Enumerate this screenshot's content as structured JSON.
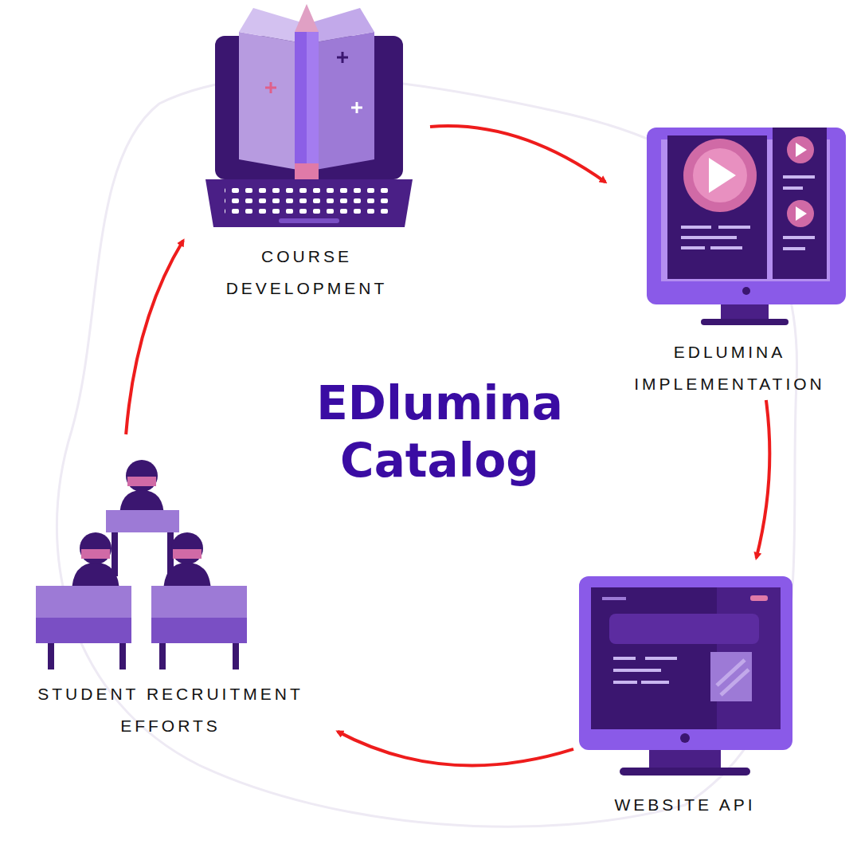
{
  "diagram": {
    "title": "EDlumina Catalog",
    "nodes": [
      {
        "text": [
          "COURSE DEVELOPMENT"
        ]
      },
      {
        "text": [
          "EDLUMINA IMPLEMENTATION"
        ]
      },
      {
        "text": [
          "WEBSITE API"
        ]
      },
      {
        "text": [
          "STUDENT RECRUITMENT EFFORTS"
        ]
      }
    ],
    "edges": [
      {
        "from": 0,
        "to": 1,
        "arrow": "to"
      },
      {
        "from": 1,
        "to": 2,
        "arrow": "to"
      },
      {
        "from": 2,
        "to": 3,
        "arrow": "to"
      },
      {
        "from": 3,
        "to": 0,
        "arrow": "to"
      }
    ]
  }
}
